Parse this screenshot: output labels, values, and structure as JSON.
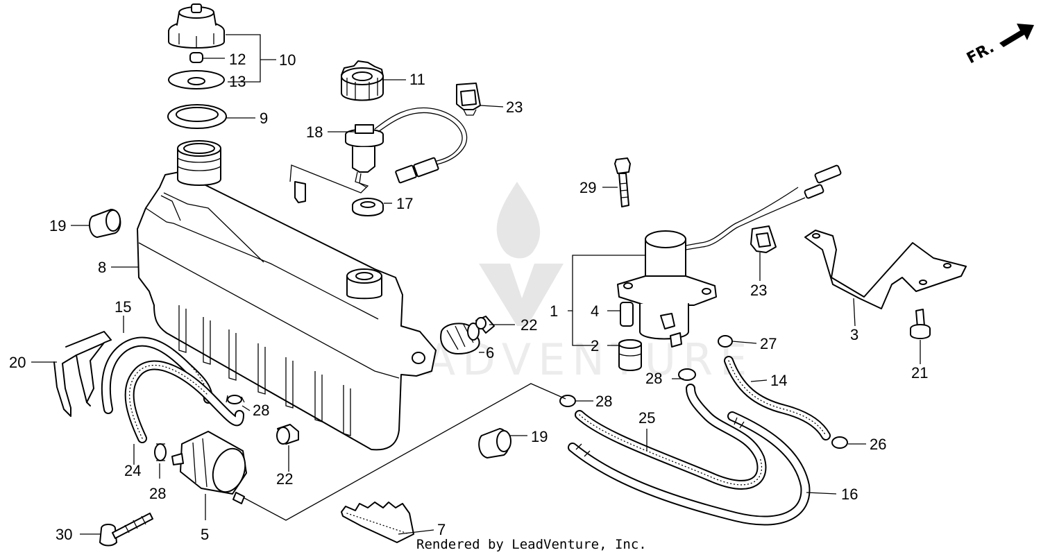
{
  "diagram": {
    "orientation_label": "FR.",
    "credit": "Rendered by LeadVenture, Inc.",
    "watermark": "LEADVENTURE",
    "callouts": {
      "p1": "1",
      "p2": "2",
      "p3": "3",
      "p4": "4",
      "p5": "5",
      "p6": "6",
      "p7": "7",
      "p8": "8",
      "p9": "9",
      "p10": "10",
      "p11": "11",
      "p12": "12",
      "p13": "13",
      "p14": "14",
      "p15": "15",
      "p16": "16",
      "p17": "17",
      "p18": "18",
      "p19a": "19",
      "p19b": "19",
      "p20": "20",
      "p21": "21",
      "p22a": "22",
      "p22b": "22",
      "p23a": "23",
      "p23b": "23",
      "p24": "24",
      "p25": "25",
      "p26": "26",
      "p27": "27",
      "p28a": "28",
      "p28b": "28",
      "p28c": "28",
      "p28d": "28",
      "p29": "29",
      "p30": "30"
    }
  }
}
